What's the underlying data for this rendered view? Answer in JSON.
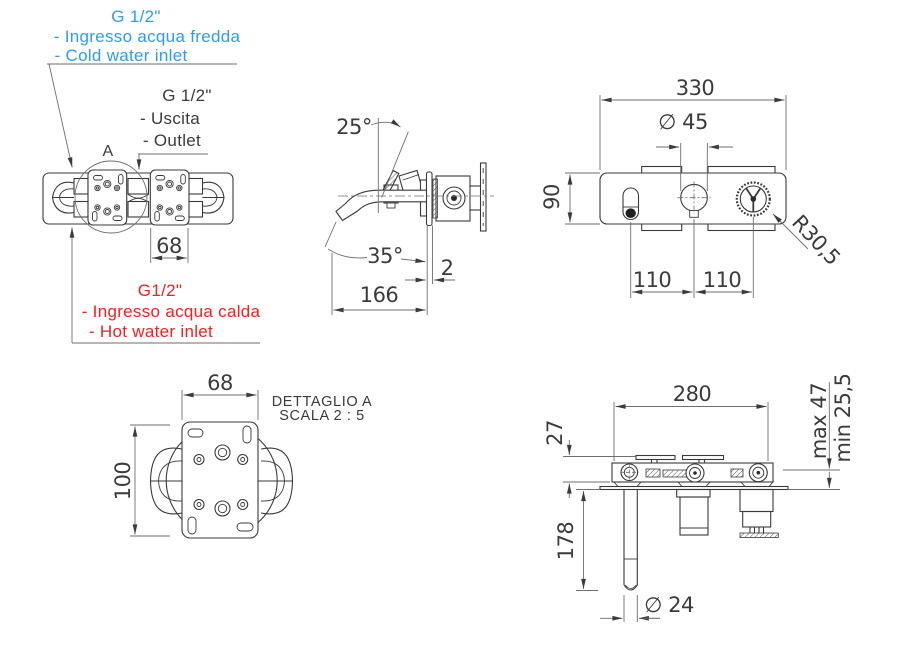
{
  "drawing": {
    "rear_view": {
      "cold_inlet": {
        "line1": "G 1/2\"",
        "line2": "- Ingresso acqua fredda",
        "line3": "- Cold water inlet"
      },
      "outlet": {
        "line1": "G 1/2\"",
        "line2": "- Uscita",
        "line3": "- Outlet"
      },
      "hot_inlet": {
        "line1": "G1/2\"",
        "line2": "- Ingresso acqua calda",
        "line3": "- Hot water inlet"
      },
      "detail_marker": "A",
      "dim_plate_width": "68"
    },
    "side_view": {
      "dim_handle_angle": "25°",
      "dim_spout_angle": "35°",
      "dim_plate_thickness": "2",
      "dim_spout_reach": "166"
    },
    "front_view": {
      "dim_total_width": "330",
      "dim_spout_diameter": "∅ 45",
      "dim_height": "90",
      "dim_left_spacing": "110",
      "dim_right_spacing": "110",
      "dim_handle_radius": "R30,5"
    },
    "detail_view": {
      "title_line1": "DETTAGLIO A",
      "title_line2": "SCALA 2 : 5",
      "dim_width": "68",
      "dim_height": "100"
    },
    "top_view": {
      "dim_body_width": "280",
      "dim_body_depth": "27",
      "dim_max_depth": "max 47",
      "dim_min_depth": "min 25,5",
      "dim_spout_length": "178",
      "dim_spout_diameter": "∅ 24"
    },
    "colors": {
      "cold_label": "#2d9cf0",
      "hot_label": "#fb1c1c",
      "line": "#3b3b3b"
    }
  }
}
